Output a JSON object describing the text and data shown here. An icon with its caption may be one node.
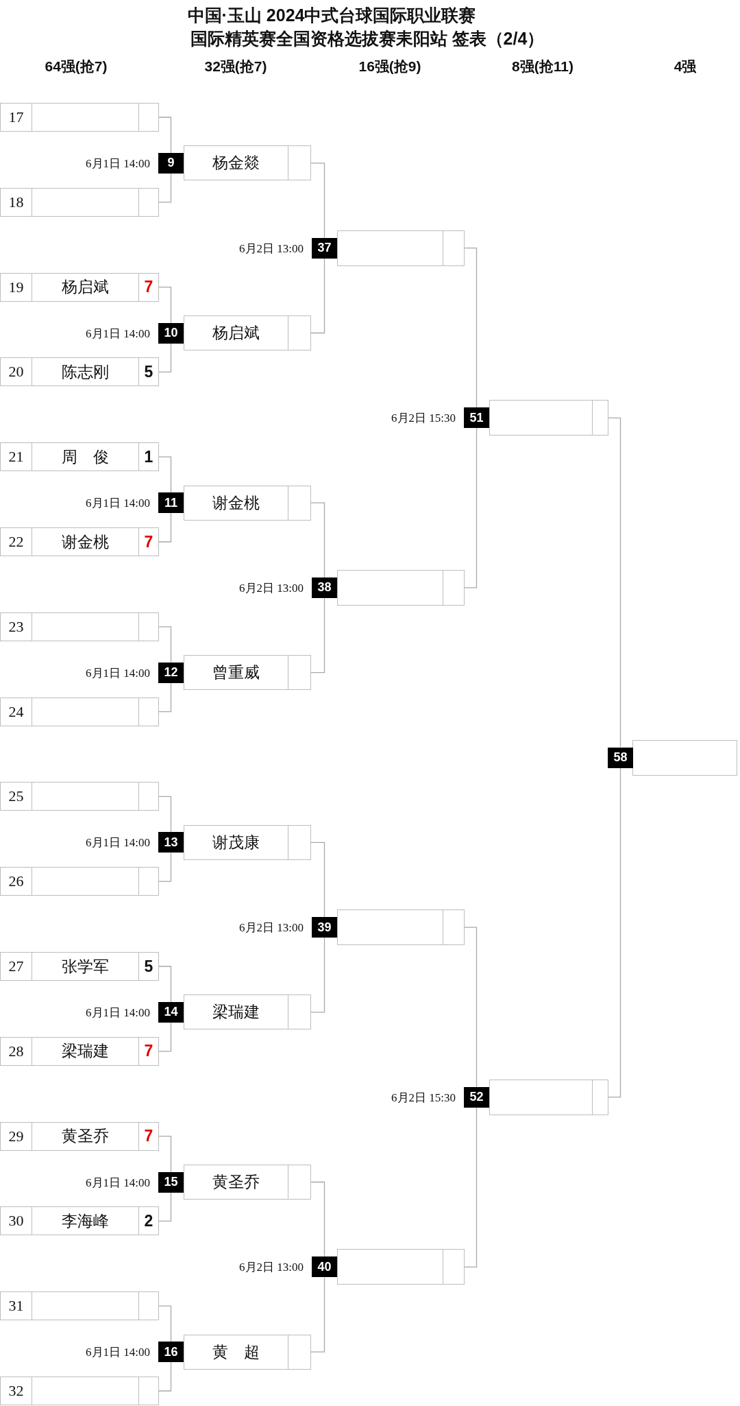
{
  "diagram": {
    "title": "中国·玉山 2024中式台球国际职业联赛",
    "nodes": [
      {
        "text": [
          "17"
        ]
      },
      {
        "text": [
          "18"
        ]
      },
      {
        "text": [
          "19",
          "杨启斌",
          "7"
        ]
      },
      {
        "text": [
          "20",
          "陈志刚",
          "5"
        ]
      },
      {
        "text": [
          "21",
          "周　俊",
          "1"
        ]
      },
      {
        "text": [
          "22",
          "谢金桃",
          "7"
        ]
      },
      {
        "text": [
          "23"
        ]
      },
      {
        "text": [
          "24"
        ]
      },
      {
        "text": [
          "25"
        ]
      },
      {
        "text": [
          "26"
        ]
      },
      {
        "text": [
          "27",
          "张学军",
          "5"
        ]
      },
      {
        "text": [
          "28",
          "梁瑞建",
          "7"
        ]
      },
      {
        "text": [
          "29",
          "黄圣乔",
          "7"
        ]
      },
      {
        "text": [
          "30",
          "李海峰",
          "2"
        ]
      },
      {
        "text": [
          "31"
        ]
      },
      {
        "text": [
          "32"
        ]
      },
      {
        "text": [
          "9"
        ],
        "beside": [
          "6月1日 14:00"
        ]
      },
      {
        "text": [
          "10"
        ],
        "beside": [
          "6月1日 14:00"
        ]
      },
      {
        "text": [
          "11"
        ],
        "beside": [
          "6月1日 14:00"
        ]
      },
      {
        "text": [
          "12"
        ],
        "beside": [
          "6月1日 14:00"
        ]
      },
      {
        "text": [
          "13"
        ],
        "beside": [
          "6月1日 14:00"
        ]
      },
      {
        "text": [
          "14"
        ],
        "beside": [
          "6月1日 14:00"
        ]
      },
      {
        "text": [
          "15"
        ],
        "beside": [
          "6月1日 14:00"
        ]
      },
      {
        "text": [
          "16"
        ],
        "beside": [
          "6月1日 14:00"
        ]
      },
      {
        "text": [
          "杨金燚"
        ]
      },
      {
        "text": [
          "杨启斌"
        ]
      },
      {
        "text": [
          "谢金桃"
        ]
      },
      {
        "text": [
          "曾重威"
        ]
      },
      {
        "text": [
          "谢茂康"
        ]
      },
      {
        "text": [
          "梁瑞建"
        ]
      },
      {
        "text": [
          "黄圣乔"
        ]
      },
      {
        "text": [
          "黄　超"
        ]
      },
      {
        "text": [
          "37"
        ],
        "beside": [
          "6月2日 13:00"
        ]
      },
      {
        "text": [
          "38"
        ],
        "beside": [
          "6月2日 13:00"
        ]
      },
      {
        "text": [
          "39"
        ],
        "beside": [
          "6月2日 13:00"
        ]
      },
      {
        "text": [
          "40"
        ],
        "beside": [
          "6月2日 13:00"
        ]
      },
      {
        "text": [],
        "shape": "box"
      },
      {
        "text": [],
        "shape": "box"
      },
      {
        "text": [],
        "shape": "box"
      },
      {
        "text": [],
        "shape": "box"
      },
      {
        "text": [
          "51"
        ],
        "beside": [
          "6月2日 15:30"
        ]
      },
      {
        "text": [
          "52"
        ],
        "beside": [
          "6月2日 15:30"
        ]
      },
      {
        "text": [],
        "shape": "box"
      },
      {
        "text": [],
        "shape": "box"
      },
      {
        "text": [
          "58"
        ]
      },
      {
        "text": [],
        "shape": "box"
      }
    ],
    "edges": [
      {
        "from": 0,
        "to": 16,
        "arrow": "none"
      },
      {
        "from": 1,
        "to": 16,
        "arrow": "none"
      },
      {
        "from": 2,
        "to": 17,
        "arrow": "none"
      },
      {
        "from": 3,
        "to": 17,
        "arrow": "none"
      },
      {
        "from": 4,
        "to": 18,
        "arrow": "none"
      },
      {
        "from": 5,
        "to": 18,
        "arrow": "none"
      },
      {
        "from": 6,
        "to": 19,
        "arrow": "none"
      },
      {
        "from": 7,
        "to": 19,
        "arrow": "none"
      },
      {
        "from": 8,
        "to": 20,
        "arrow": "none"
      },
      {
        "from": 9,
        "to": 20,
        "arrow": "none"
      },
      {
        "from": 10,
        "to": 21,
        "arrow": "none"
      },
      {
        "from": 11,
        "to": 21,
        "arrow": "none"
      },
      {
        "from": 12,
        "to": 22,
        "arrow": "none"
      },
      {
        "from": 13,
        "to": 22,
        "arrow": "none"
      },
      {
        "from": 14,
        "to": 23,
        "arrow": "none"
      },
      {
        "from": 15,
        "to": 23,
        "arrow": "none"
      },
      {
        "from": 24,
        "to": 32,
        "arrow": "none"
      },
      {
        "from": 25,
        "to": 32,
        "arrow": "none"
      },
      {
        "from": 26,
        "to": 33,
        "arrow": "none"
      },
      {
        "from": 27,
        "to": 33,
        "arrow": "none"
      },
      {
        "from": 28,
        "to": 34,
        "arrow": "none"
      },
      {
        "from": 29,
        "to": 34,
        "arrow": "none"
      },
      {
        "from": 30,
        "to": 35,
        "arrow": "none"
      },
      {
        "from": 31,
        "to": 35,
        "arrow": "none"
      },
      {
        "from": 36,
        "to": 40,
        "arrow": "none"
      },
      {
        "from": 37,
        "to": 40,
        "arrow": "none"
      },
      {
        "from": 38,
        "to": 41,
        "arrow": "none"
      },
      {
        "from": 39,
        "to": 41,
        "arrow": "none"
      },
      {
        "from": 42,
        "to": 44,
        "arrow": "none"
      },
      {
        "from": 43,
        "to": 44,
        "arrow": "none"
      }
    ],
    "labels": [
      "国际精英赛全国资格选拔赛耒阳站 签表（2/4）",
      "64强(抢7)",
      "32强(抢7)",
      "16强(抢9)",
      "8强(抢11)",
      "4强"
    ]
  }
}
